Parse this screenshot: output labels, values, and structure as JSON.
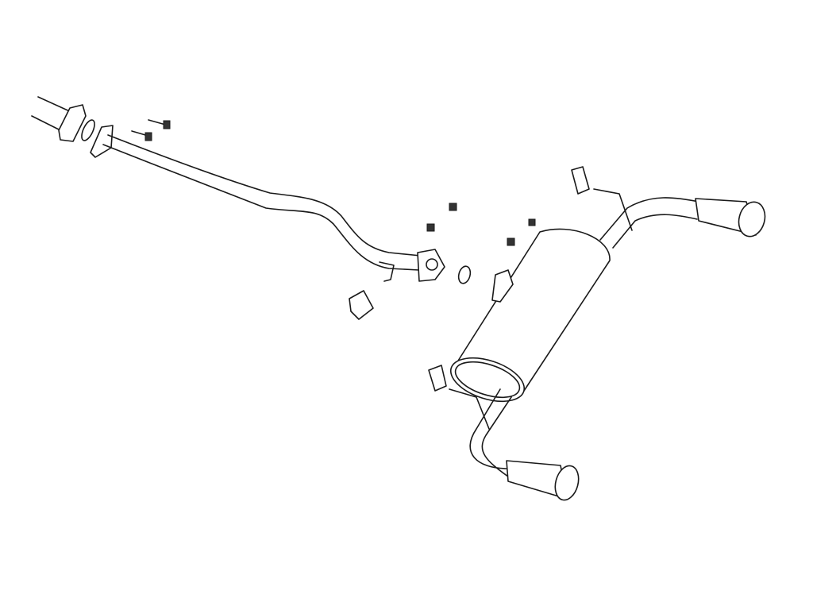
{
  "diagram": {
    "colors": {
      "line": "#1a1a1a",
      "background": "#ffffff"
    },
    "parts": [
      "front-pipe-stub",
      "flange-gasket",
      "mid-pipe",
      "bolts",
      "rubber-hangers",
      "muffler",
      "gasket-ring",
      "tailpipe-tips"
    ]
  }
}
